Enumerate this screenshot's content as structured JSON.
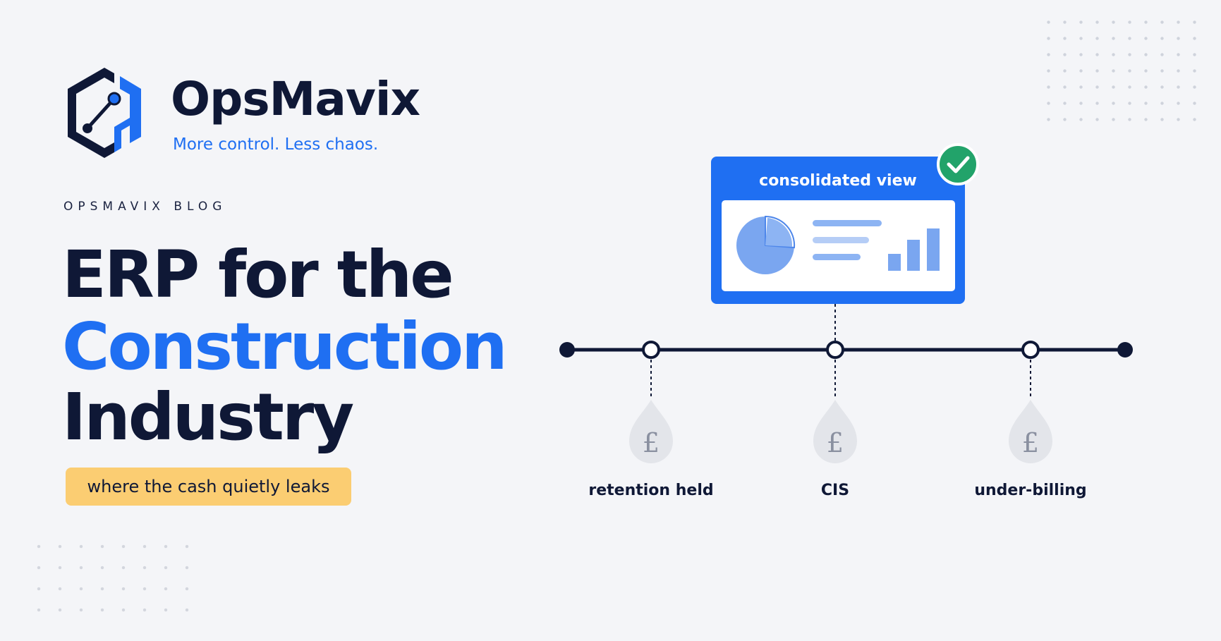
{
  "brand": {
    "name": "OpsMavix",
    "tagline": "More control. Less chaos."
  },
  "blog_label": "OPSMAVIX BLOG",
  "headline": {
    "line1": "ERP for the",
    "line2": "Construction",
    "line3": "Industry"
  },
  "subtitle_pill": "where the cash quietly leaks",
  "dashboard_card": {
    "title": "consolidated view",
    "status_icon": "check-circle-icon"
  },
  "timeline": {
    "leaks": [
      {
        "symbol": "£",
        "label": "retention held"
      },
      {
        "symbol": "£",
        "label": "CIS"
      },
      {
        "symbol": "£",
        "label": "under-billing"
      }
    ]
  },
  "colors": {
    "navy": "#0f1836",
    "brand_blue": "#1f6ff2",
    "pill_yellow": "#fbcd72",
    "check_green": "#22a36a",
    "background": "#f4f5f8"
  }
}
